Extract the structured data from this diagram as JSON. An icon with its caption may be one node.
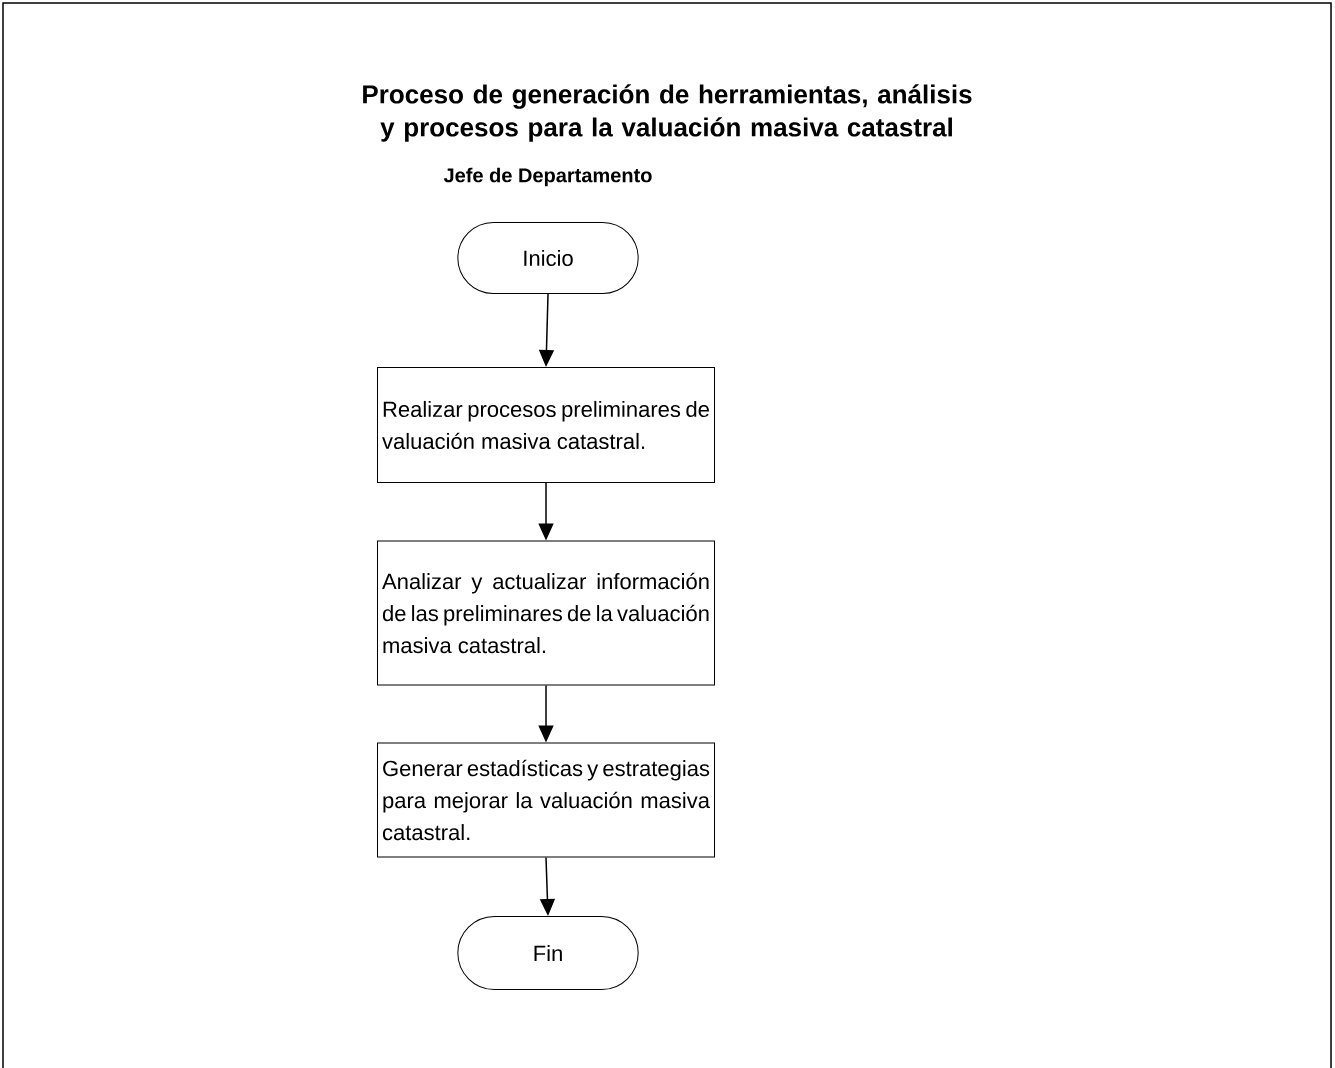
{
  "diagram": {
    "title": "Proceso de generación de herramientas, análisis y procesos para la valuación masiva catastral",
    "nodes": [
      {
        "text": [
          "Inicio"
        ]
      },
      {
        "text": [
          "Realizar procesos preliminares de valuación masiva catastral."
        ]
      },
      {
        "text": [
          "Analizar y actualizar información de las preliminares de la valuación masiva catastral."
        ]
      },
      {
        "text": [
          "Generar estadísticas y estrategias para mejorar la valuación masiva catastral."
        ]
      },
      {
        "text": [
          "Fin"
        ]
      }
    ],
    "edges": [
      {
        "from": 0,
        "to": 1,
        "arrow": "to"
      },
      {
        "from": 1,
        "to": 2,
        "arrow": "to"
      },
      {
        "from": 2,
        "to": 3,
        "arrow": "to"
      },
      {
        "from": 3,
        "to": 4,
        "arrow": "to"
      }
    ],
    "labels": [
      "Jefe de Departamento"
    ]
  }
}
